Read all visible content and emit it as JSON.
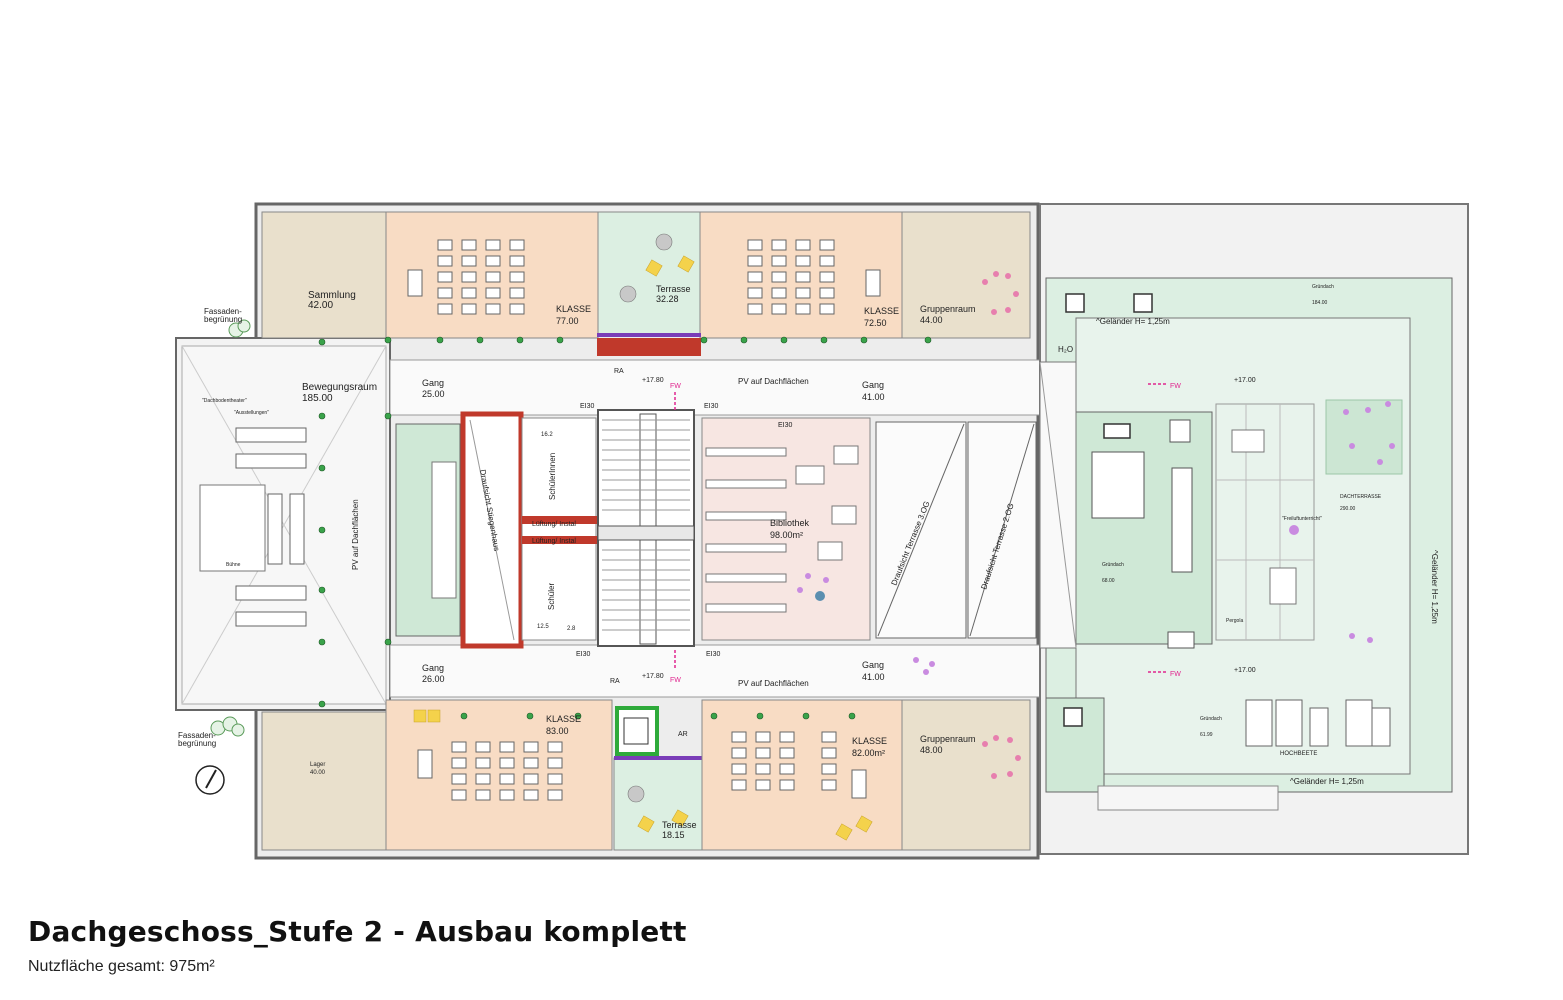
{
  "title": "Dachgeschoss_Stufe 2 - Ausbau komplett",
  "subtitle": "Nutzfläche gesamt: 975m²",
  "colors": {
    "classroom": "#f8dcc4",
    "storage": "#e9e0cc",
    "terrace": "#dcefe2",
    "library": "#f7e6e2",
    "greenroof": "#cfe8d6",
    "wall": "#6d6d6d",
    "stairs_core": "#c0392b",
    "lift": "#2eaa3a",
    "fire_way": "#e0268f"
  },
  "rooms": {
    "sammlung": {
      "name": "Sammlung",
      "area": "42.00"
    },
    "bewegungsraum": {
      "name": "Bewegungsraum",
      "area": "185.00"
    },
    "dachbodentheater": "\"Dachbodentheater\"",
    "ausstellungen": "\"Ausstellungen\"",
    "buehne": "Bühne",
    "pv_left": "PV auf Dachflächen",
    "klasse_1": {
      "name": "KLASSE",
      "area": "77.00"
    },
    "terrasse_top": {
      "name": "Terrasse",
      "area": "32.28"
    },
    "klasse_2": {
      "name": "KLASSE",
      "area": "72.50"
    },
    "gruppenraum_top": {
      "name": "Gruppenraum",
      "area": "44.00"
    },
    "gang_tl": {
      "name": "Gang",
      "area": "25.00"
    },
    "gang_tr": {
      "name": "Gang",
      "area": "41.00"
    },
    "pv_top": "PV auf Dachflächen",
    "pv_bottom": "PV auf Dachflächen",
    "ei30_1": "EI30",
    "ei30_2": "EI30",
    "ei30_3": "EI30",
    "ei30_4": "EI30",
    "ei30_5": "EI30",
    "ra_top": "RA",
    "ra_bottom": "RA",
    "level_top": "+17.80",
    "level_bottom": "+17.80",
    "fw_1": "FW",
    "fw_2": "FW",
    "fw_3": "FW",
    "fw_4": "FW",
    "draufsicht_stiegenhaus": "Draufsicht Stiegenhaus",
    "schuelerinnen": "SchülerInnen",
    "schueler": "Schüler",
    "wc_area_1": "16.2",
    "wc_area_2": "12.5",
    "wc_area_3": "2.8",
    "lueftung_1": "Lüftung/ Instal",
    "lueftung_2": "Lüftung/ Instal",
    "bibliothek": {
      "name": "Bibliothek",
      "area": "98.00m²"
    },
    "draufsicht_3og": "Draufsicht Terrasse 3.OG",
    "draufsicht_2og": "Draufsicht Terrasse 2.OG",
    "gang_bl": {
      "name": "Gang",
      "area": "26.00"
    },
    "gang_br": {
      "name": "Gang",
      "area": "41.00"
    },
    "klasse_3": {
      "name": "KLASSE",
      "area": "83.00"
    },
    "klasse_4": {
      "name": "KLASSE",
      "area": "82.00m²"
    },
    "gruppenraum_bottom": {
      "name": "Gruppenraum",
      "area": "48.00"
    },
    "terrasse_bottom": {
      "name": "Terrasse",
      "area": "18.15"
    },
    "lager": {
      "name": "Lager",
      "area": "40.00"
    },
    "ar": "AR",
    "fassade_top": [
      "Fassaden-",
      "begrünung"
    ],
    "fassade_bottom": [
      "Fassaden-",
      "begrünung"
    ],
    "gelaender_top": "^Geländer H= 1,25m",
    "gelaender_right": "^Geländer H= 1,25m",
    "gelaender_bottom": "^Geländer H= 1,25m",
    "h2o": "H₂O",
    "gruendach_top": {
      "name": "Gründach",
      "area": "184.00"
    },
    "gruendach_mid": {
      "name": "Gründach",
      "area": "68.00"
    },
    "gruendach_bottom": {
      "name": "Gründach",
      "area": "61.99"
    },
    "dachterrasse": {
      "name": "DACHTERRASSE",
      "area": "290.00"
    },
    "freiluftunterricht": "\"Freiluftunterricht\"",
    "pergola": "Pergola",
    "hochbeete": "HOCHBEETE",
    "level_r1": "+17.00",
    "level_r2": "+17.00"
  }
}
